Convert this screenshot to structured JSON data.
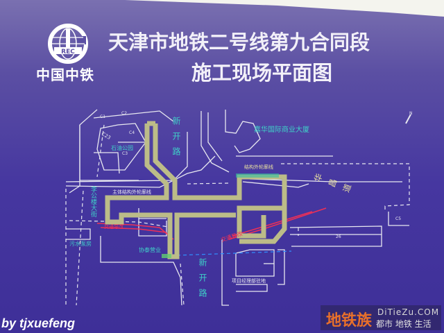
{
  "sign": {
    "logo_text": "中国中铁",
    "logo_mark": "CREC",
    "title_line1": "天津市地铁二号线第九合同段",
    "title_line2": "施工现场平面图"
  },
  "map": {
    "labels": {
      "road_xinkai_top": "新开路",
      "road_xinkai_bottom": "新开路",
      "road_hua": "华昌道",
      "building_jiahua": "嘉华国际商业大厦",
      "building_shi": "石油公园",
      "outline_main": "主体结构外轮廓线",
      "outline_side": "结构外轮廓线",
      "road_left": "李公楼大街",
      "area_left": "污水泵房",
      "area_center": "协泰营业",
      "site_office": "项目经理部驻地",
      "traffic_left": "交通导改",
      "traffic_right": "交通导改",
      "block_c23": "C23",
      "block_c1": "C1",
      "block_c2": "C2",
      "block_c3": "C3",
      "block_c4": "C4",
      "block_c5": "C5",
      "block_26": "26",
      "north": "N"
    },
    "colors": {
      "background": "#4637a0",
      "structure": "#c8c890",
      "lines": "#e8e8f0",
      "labels": "#3fd0c8",
      "traffic": "#ff3050"
    }
  },
  "overlay": {
    "credit": "by tjxuefeng",
    "watermark_cn": "地铁族",
    "watermark_en": "DiTieZu.COM",
    "watermark_sub": "都市 地铁 生活"
  }
}
